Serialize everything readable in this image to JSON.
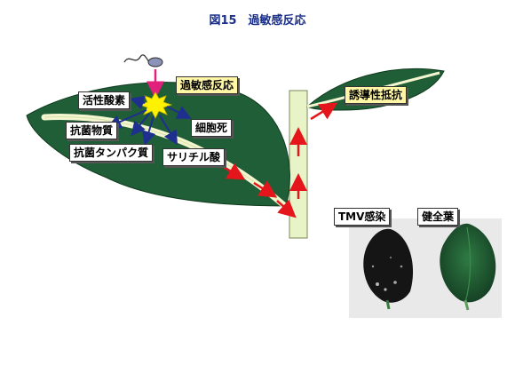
{
  "title": "図15　過敏感反応",
  "labels": {
    "hypersensitive_response": "過敏感反応",
    "active_oxygen": "活性酸素",
    "cell_death": "細胞死",
    "antimicrobial_substance": "抗菌物質",
    "antimicrobial_protein": "抗菌タンパク質",
    "salicylic_acid": "サリチル酸",
    "induced_resistance": "誘導性抵抗"
  },
  "photo": {
    "infected_label": "TMV感染",
    "healthy_label": "健全葉"
  },
  "colors": {
    "leaf": "#1f5e36",
    "stem": "#e9f3c8",
    "vein": "#f3f6d0",
    "arrow_red": "#e4161b",
    "arrow_blue": "#1f2f8f",
    "magenta": "#e0207a",
    "burst": "#fff200"
  }
}
